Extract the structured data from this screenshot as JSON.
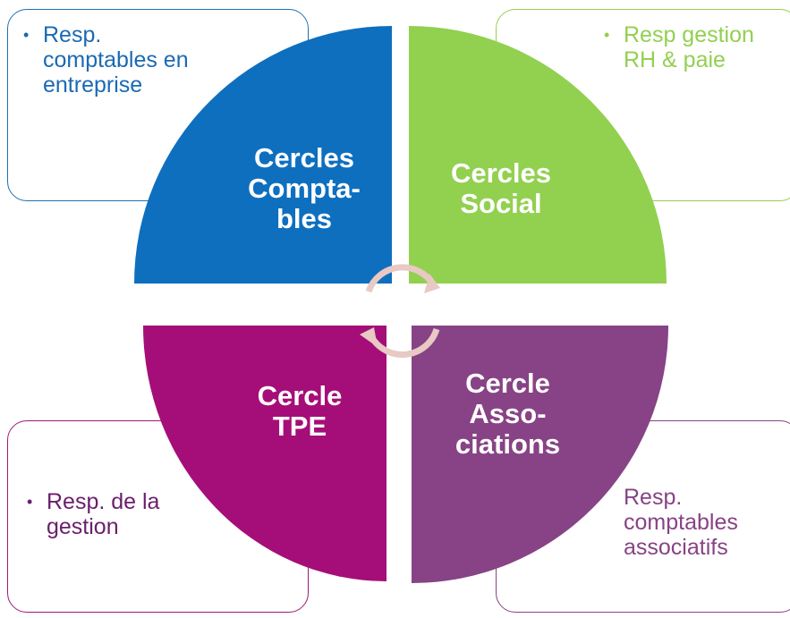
{
  "quadrants": {
    "top_left": {
      "title": "Cercles\nCompta-\nbles",
      "color": "#0e6fbf",
      "description": "Resp. comptables en entreprise",
      "bullet": true
    },
    "top_right": {
      "title": "Cercles\nSocial",
      "color": "#92d050",
      "description": "Resp gestion RH & paie",
      "bullet": true
    },
    "bottom_left": {
      "title": "Cercle\nTPE",
      "color": "#a50e78",
      "description": "Resp. de la gestion",
      "bullet": true
    },
    "bottom_right": {
      "title": "Cercle\nAsso-\nciations",
      "color": "#874385",
      "description": "Resp. comptables associatifs",
      "bullet": false
    }
  },
  "bullet_char": "•",
  "center_arrows_color": "#e8c9c4"
}
